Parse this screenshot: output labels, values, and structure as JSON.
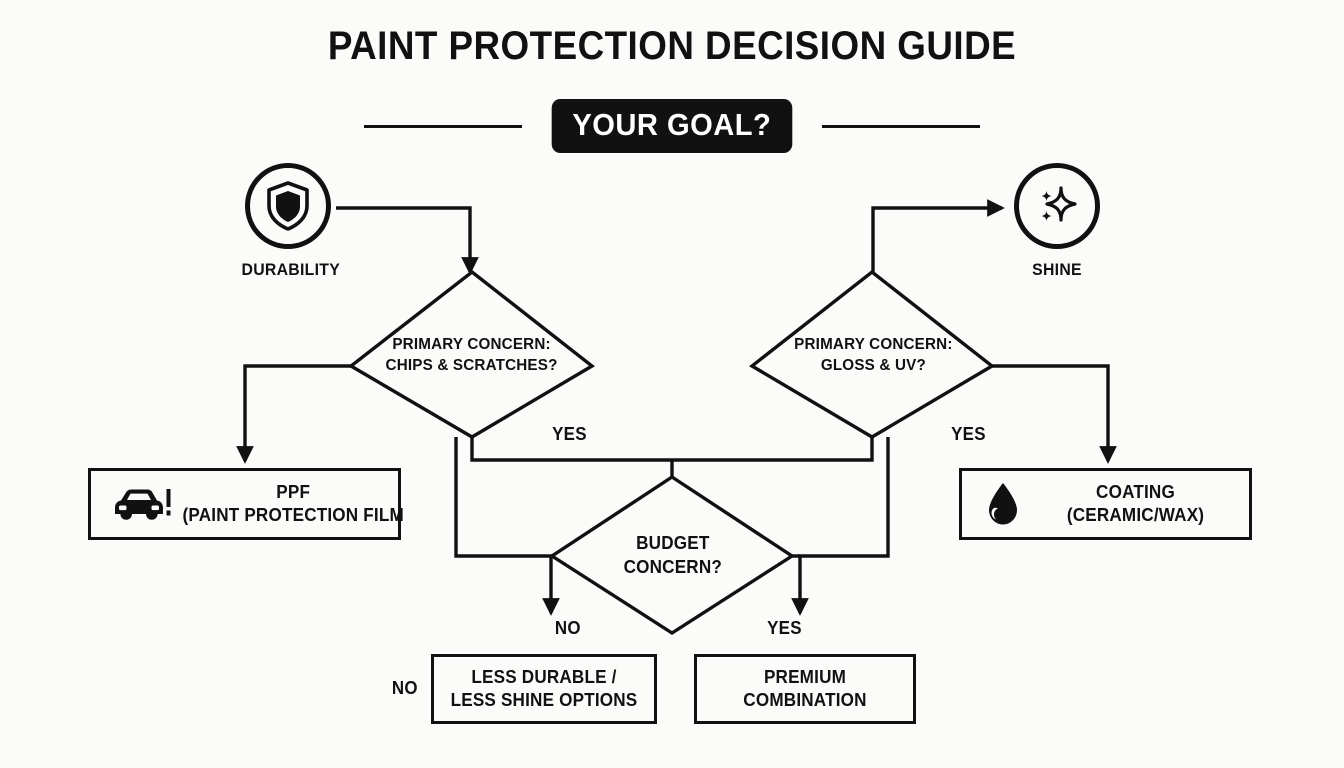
{
  "header": {
    "title": "PAINT PROTECTION DECISION GUIDE",
    "goal_label": "YOUR GOAL?"
  },
  "nodes": {
    "durability": {
      "label": "DURABILITY",
      "icon": "shield-icon"
    },
    "shine": {
      "label": "SHINE",
      "icon": "sparkle-icon"
    },
    "decision_left": {
      "line1": "PRIMARY CONCERN:",
      "line2": "CHIPS & SCRATCHES?"
    },
    "decision_right": {
      "line1": "PRIMARY CONCERN:",
      "line2": "GLOSS & UV?"
    },
    "decision_budget": {
      "line1": "BUDGET",
      "line2": "CONCERN?"
    },
    "outcome_ppf": {
      "line1": "PPF",
      "line2": "(PAINT PROTECTION FILM",
      "icon": "car-icon"
    },
    "outcome_coating": {
      "line1": "COATING",
      "line2": "(CERAMIC/WAX)",
      "icon": "droplet-icon"
    },
    "outcome_less": {
      "line1": "LESS DURABLE /",
      "line2": "LESS SHINE OPTIONS"
    },
    "outcome_premium": {
      "line1": "PREMIUM",
      "line2": "COMBINATION"
    }
  },
  "edge_labels": {
    "left_yes": "YES",
    "right_yes": "YES",
    "budget_no": "NO",
    "budget_yes": "YES",
    "outcome_less_no": "NO"
  },
  "colors": {
    "ink": "#111111",
    "background": "#fbfbf9",
    "pill_text": "#ffffff"
  }
}
